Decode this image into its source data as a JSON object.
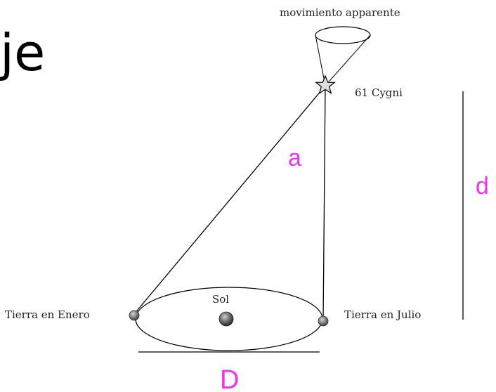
{
  "title_fragment": "je",
  "labels": {
    "apparent_motion": "movimiento apparente",
    "star": "61 Cygni",
    "sun": "Sol",
    "earth_january": "Tierra en Enero",
    "earth_july": "Tierra en Julio"
  },
  "symbols": {
    "a": "a",
    "d": "d",
    "D": "D"
  },
  "colors": {
    "annotation": "#ee33ee",
    "lines": "#000000",
    "planet_fill": "#777777"
  }
}
